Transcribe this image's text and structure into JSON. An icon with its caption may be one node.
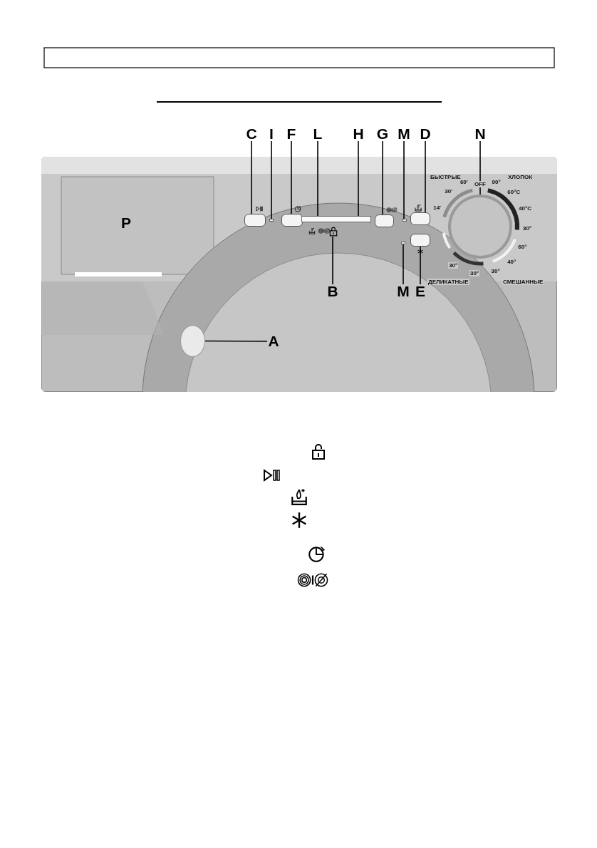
{
  "diagram": {
    "nodes": [
      {
        "text": [
          "C"
        ]
      },
      {
        "text": [
          "I"
        ]
      },
      {
        "text": [
          "F"
        ]
      },
      {
        "text": [
          "L"
        ]
      },
      {
        "text": [
          "H"
        ]
      },
      {
        "text": [
          "G"
        ]
      },
      {
        "text": [
          "M"
        ]
      },
      {
        "text": [
          "D"
        ]
      },
      {
        "text": [
          "N"
        ]
      },
      {
        "text": [
          "B"
        ]
      },
      {
        "text": [
          "M"
        ]
      },
      {
        "text": [
          "E"
        ]
      },
      {
        "text": [
          "A"
        ]
      },
      {
        "text": [],
        "shape": "box"
      },
      {
        "text": [],
        "shape": "box"
      },
      {
        "text": [],
        "shape": "box"
      },
      {
        "text": [],
        "shape": "bar"
      },
      {
        "text": [],
        "shape": "box"
      },
      {
        "text": [],
        "shape": "box"
      },
      {
        "text": [],
        "shape": "box"
      },
      {
        "text": [],
        "shape": "circle"
      },
      {
        "text": [],
        "shape": "picture"
      },
      {
        "text": [],
        "shape": "box"
      },
      {
        "text": [],
        "shape": "box"
      },
      {
        "text": [],
        "shape": "circle"
      }
    ],
    "edges": [
      {
        "from": 0,
        "to": 13,
        "arrow": "none"
      },
      {
        "from": 1,
        "to": 14,
        "arrow": "none"
      },
      {
        "from": 2,
        "to": 15,
        "arrow": "none"
      },
      {
        "from": 3,
        "to": 16,
        "arrow": "none"
      },
      {
        "from": 4,
        "to": 16,
        "arrow": "none"
      },
      {
        "from": 5,
        "to": 17,
        "arrow": "none"
      },
      {
        "from": 6,
        "to": 18,
        "arrow": "none"
      },
      {
        "from": 7,
        "to": 19,
        "arrow": "none"
      },
      {
        "from": 8,
        "to": 20,
        "arrow": "none"
      },
      {
        "from": 9,
        "to": 21,
        "arrow": "none"
      },
      {
        "from": 10,
        "to": 22,
        "arrow": "none"
      },
      {
        "from": 11,
        "to": 23,
        "arrow": "none"
      },
      {
        "from": 12,
        "to": 24,
        "arrow": "none"
      }
    ],
    "labels": [
      "БЫСТРЫЕ",
      "ХЛОПОК",
      "60'",
      "OFF",
      "90°",
      "30'",
      "60°C",
      "14'",
      "40°C",
      "P",
      "30°",
      "60°",
      "30°",
      "40°",
      "30°",
      "30°",
      "ДЕЛИКАТНЫЕ",
      "СМЕШАННЫЕ"
    ]
  }
}
